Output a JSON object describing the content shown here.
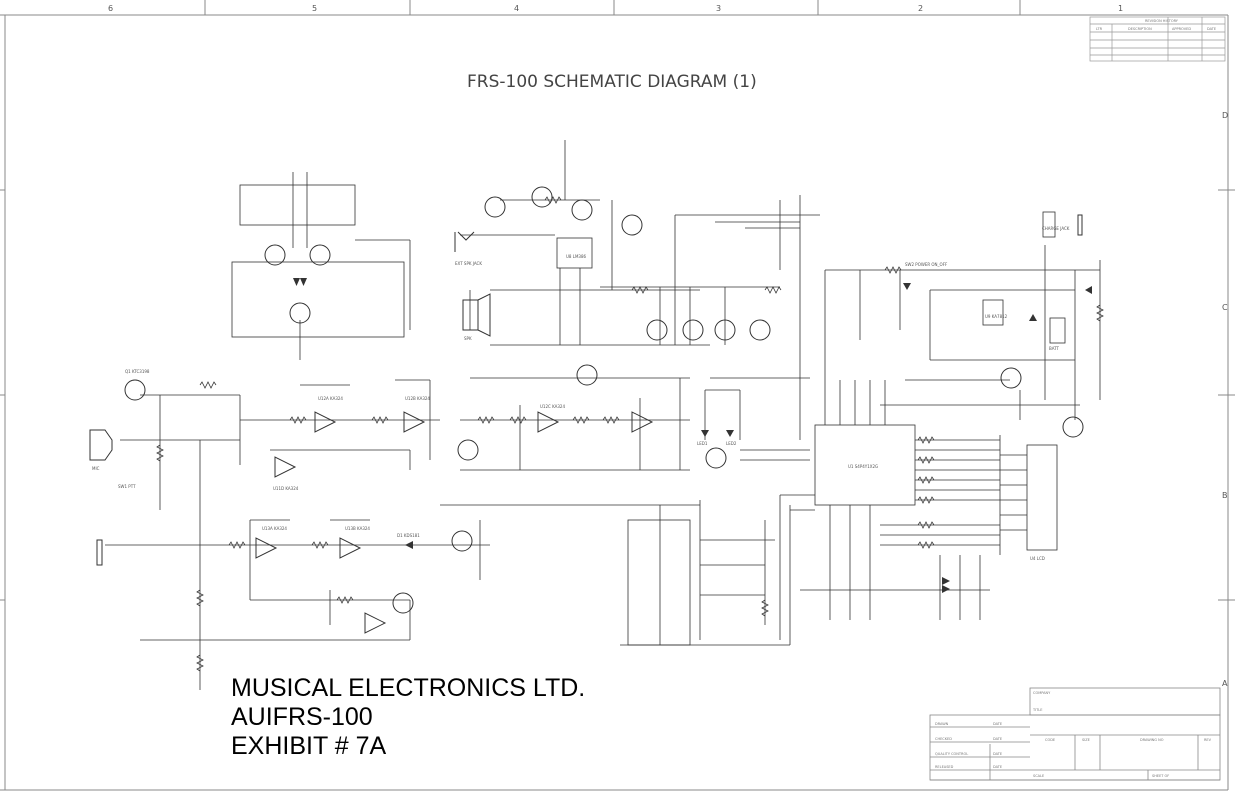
{
  "drawing": {
    "title": "FRS-100 SCHEMATIC DIAGRAM (1)",
    "company_block": {
      "line1": "MUSICAL ELECTRONICS LTD.",
      "line2": "AUIFRS-100",
      "line3": "EXHIBIT # 7A"
    }
  },
  "border": {
    "columns": [
      "6",
      "5",
      "4",
      "3",
      "2",
      "1"
    ],
    "rows": [
      "D",
      "C",
      "B",
      "A"
    ]
  },
  "revision_block": {
    "header": "REVISION HISTORY",
    "columns": [
      "LTR",
      "DESCRIPTION",
      "APPROVED",
      "DATE"
    ]
  },
  "title_block": {
    "company_label": "COMPANY",
    "title_label": "TITLE",
    "drawn": "DRAWN",
    "checked": "CHECKED",
    "quality_control": "QUALITY CONTROL",
    "released": "RELEASED",
    "date": "DATE",
    "code": "CODE",
    "size": "SIZE",
    "drawing_no": "DRAWING NO",
    "rev": "REV",
    "scale": "SCALE",
    "sheet": "SHEET OF"
  },
  "components": {
    "ic_main": "U1 S4P4Y1X2G",
    "ic_audio": "U8 LM386",
    "ic_reg": "U9 KA7812",
    "opamp_a": "U12A KA324",
    "opamp_b": "U12B KA324",
    "opamp_c": "U12C KA324",
    "opamp_d": "U11D KA324",
    "opamp_e": "U13A KA324",
    "opamp_f": "U13B KA324",
    "lcd": "U4 LCD",
    "mic": "MIC",
    "speaker": "SPK",
    "battery": "BATT",
    "ext_spk": "EXT SPK JACK",
    "charge_jack": "CHARGE JACK",
    "ptt": "SW1 PTT",
    "power_sw": "SW2 POWER ON_OFF",
    "led1": "LED1",
    "led2": "LED2",
    "diode": "D1 KDS181",
    "transistor_q1": "Q1 KTC3198"
  }
}
